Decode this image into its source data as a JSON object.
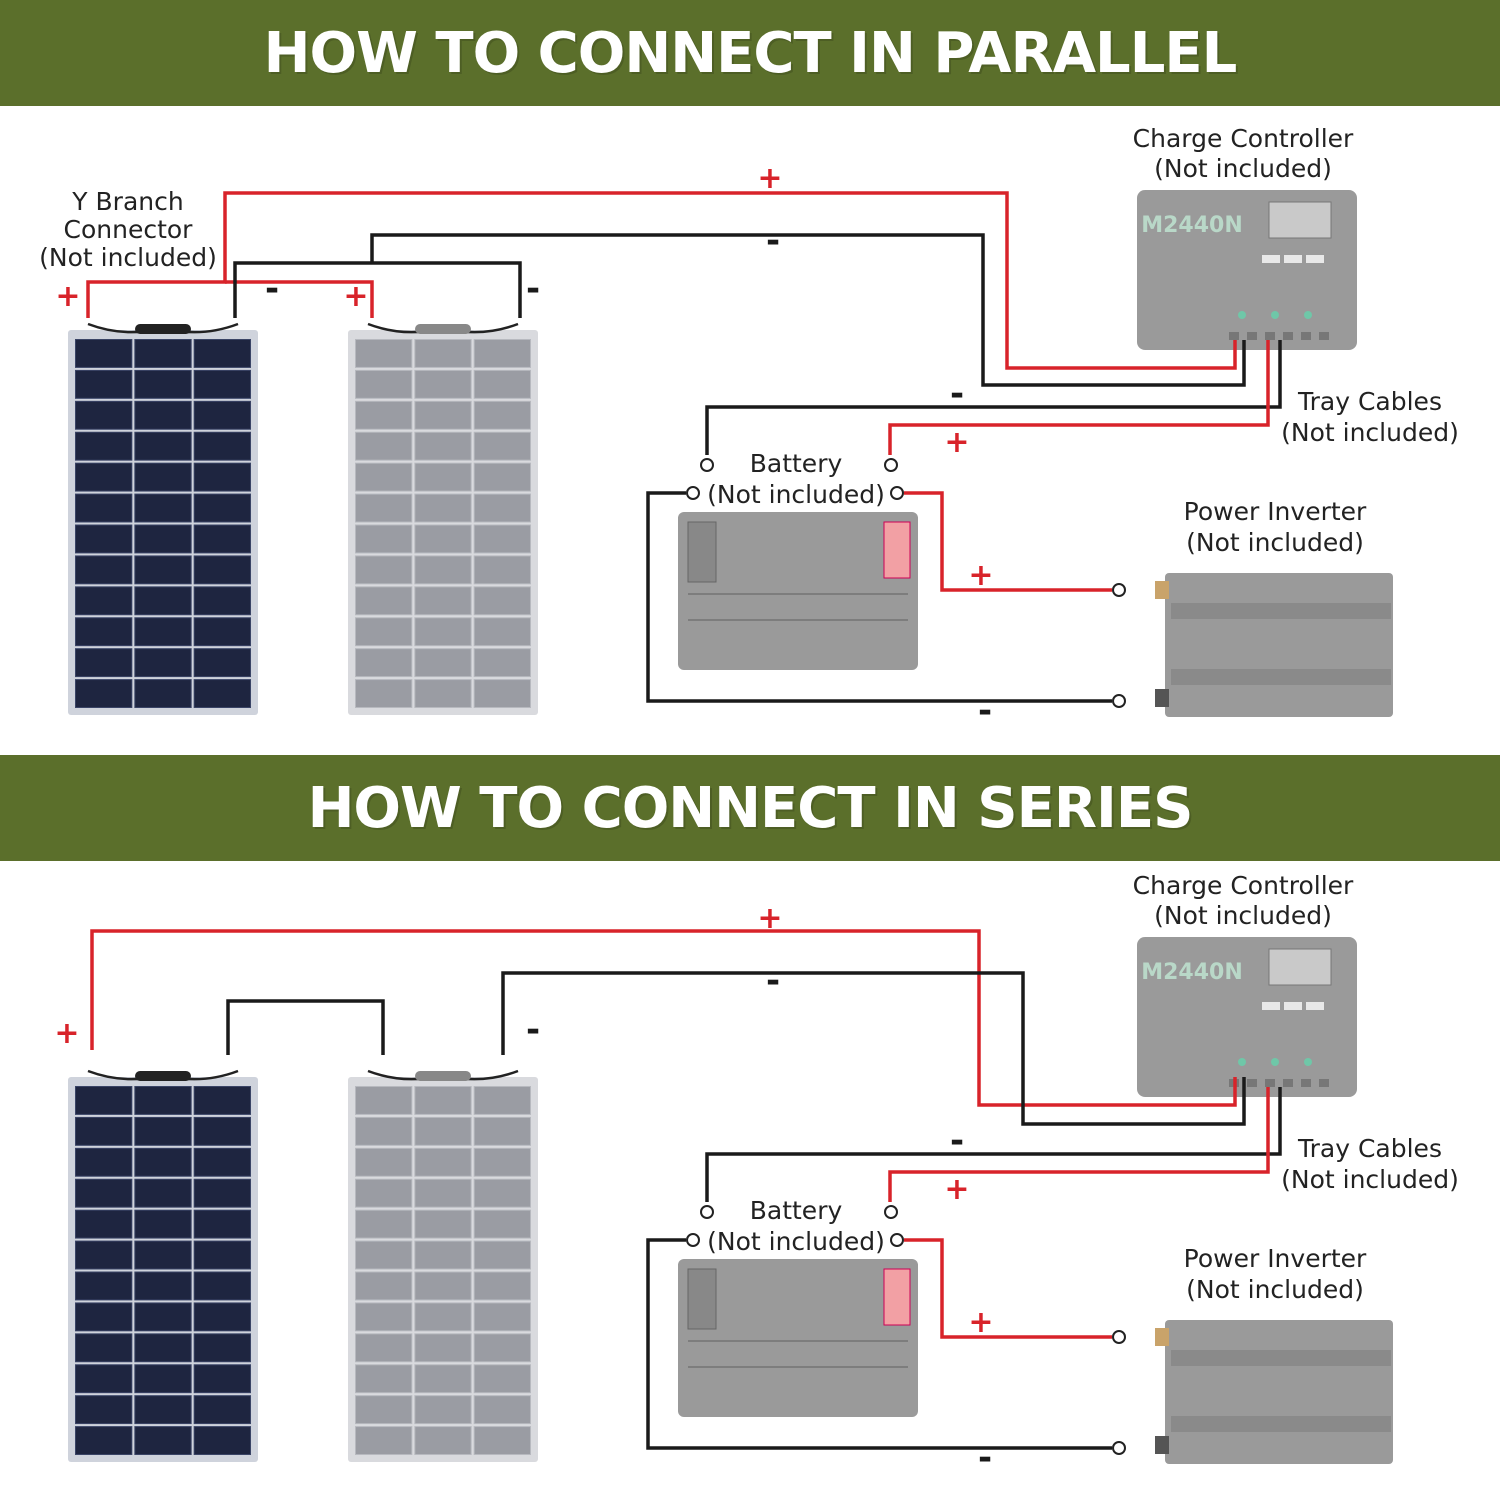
{
  "colors": {
    "banner": "#5b6f2b",
    "positive_wire": "#d8232a",
    "negative_wire": "#1a1a1a",
    "device_gray": "#9a9a9a",
    "panel_dark": "#1e2540",
    "panel_light": "#9a9ca3"
  },
  "sections": [
    {
      "title": "HOW TO CONNECT IN PARALLEL",
      "labels": {
        "y_branch": [
          "Y Branch",
          "Connector",
          "(Not included)"
        ],
        "charge_controller": [
          "Charge Controller",
          "(Not included)"
        ],
        "tray_cables": [
          "Tray Cables",
          "(Not included)"
        ],
        "battery": [
          "Battery",
          "(Not included)"
        ],
        "power_inverter": [
          "Power Inverter",
          "(Not included)"
        ]
      },
      "controller_model": "M2440N",
      "signs": {
        "plus": "+",
        "minus": "-"
      }
    },
    {
      "title": "HOW TO CONNECT IN SERIES",
      "labels": {
        "charge_controller": [
          "Charge Controller",
          "(Not included)"
        ],
        "tray_cables": [
          "Tray Cables",
          "(Not included)"
        ],
        "battery": [
          "Battery",
          "(Not included)"
        ],
        "power_inverter": [
          "Power Inverter",
          "(Not included)"
        ]
      },
      "controller_model": "M2440N",
      "signs": {
        "plus": "+",
        "minus": "-"
      }
    }
  ],
  "icons": [
    "solar-panel-icon",
    "charge-controller-icon",
    "battery-icon",
    "power-inverter-icon",
    "ring-terminal-icon"
  ]
}
